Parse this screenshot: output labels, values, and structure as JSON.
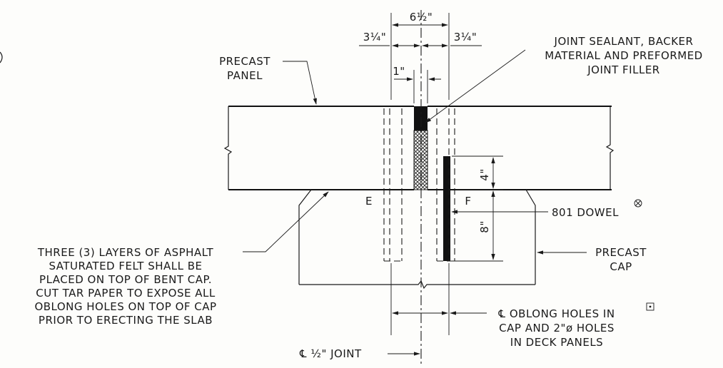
{
  "dimensions": {
    "joint_width": "6½\"",
    "left_offset": "3¼\"",
    "right_offset": "3¼\"",
    "gap": "1\"",
    "dowel_upper": "4\"",
    "dowel_lower": "8\""
  },
  "labels": {
    "precast_panel": [
      "PRECAST",
      "PANEL"
    ],
    "joint_sealant": [
      "JOINT SEALANT, BACKER",
      "MATERIAL AND PREFORMED",
      "JOINT FILLER"
    ],
    "dowel": "801 DOWEL",
    "precast_cap": [
      "PRECAST",
      "CAP"
    ],
    "felt_note": [
      "THREE (3) LAYERS OF ASPHALT",
      "SATURATED FELT SHALL BE",
      "PLACED ON TOP OF BENT CAP.",
      "CUT TAR PAPER TO EXPOSE ALL",
      "OBLONG HOLES ON TOP OF CAP",
      "PRIOR TO ERECTING THE SLAB"
    ],
    "oblong_holes": [
      "℄ OBLONG HOLES IN",
      "CAP AND 2\"ø HOLES",
      "IN DECK PANELS"
    ],
    "joint_cl": "℄ ½\" JOINT",
    "point_e": "E",
    "point_f": "F"
  },
  "symbols": {
    "dowel_mark": "circle-x-icon",
    "holes_mark": "square-dot-icon"
  }
}
